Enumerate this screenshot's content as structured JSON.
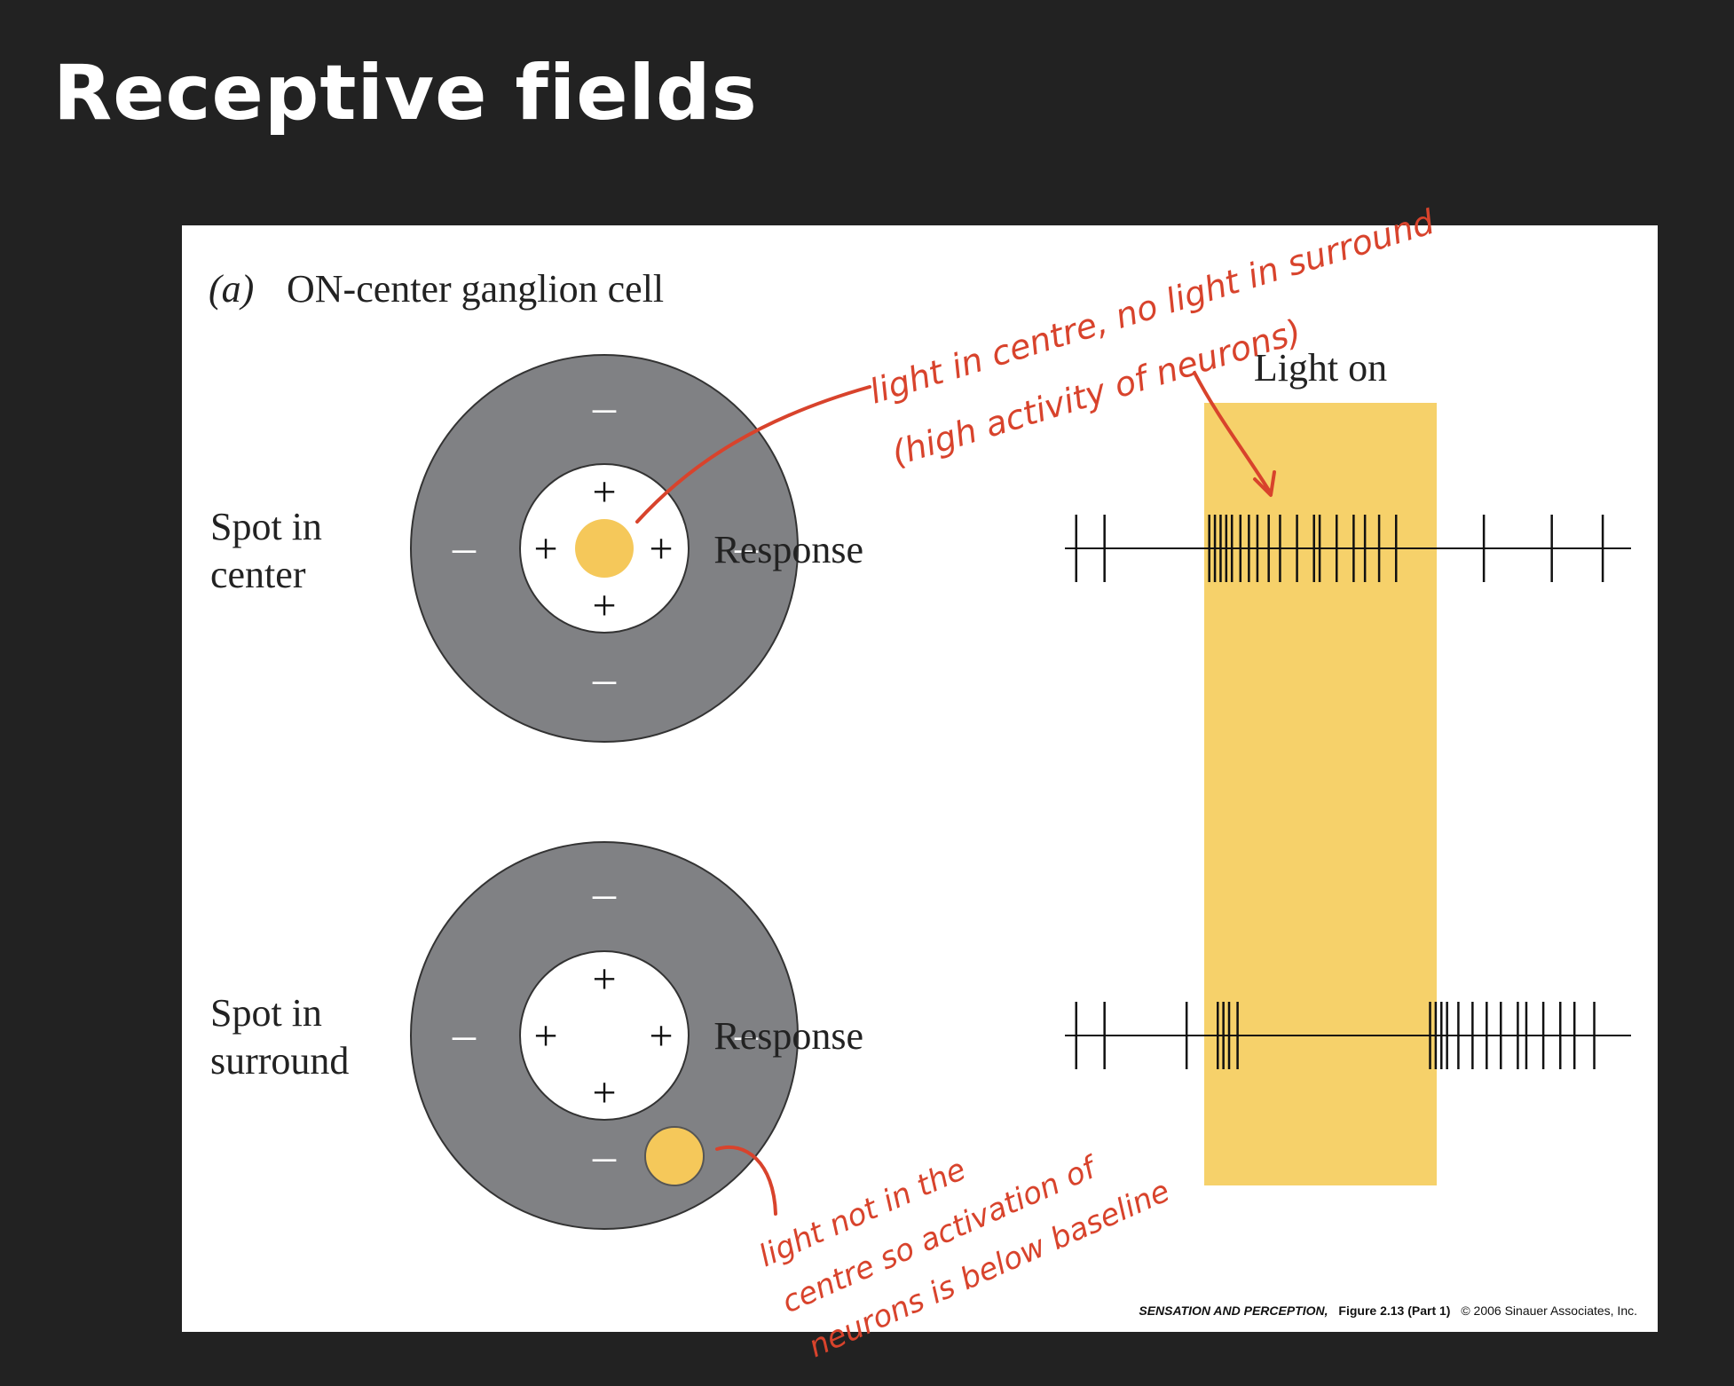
{
  "slide": {
    "title": "Receptive fields"
  },
  "figure": {
    "panel_label": "(a)",
    "panel_title": "ON-center ganglion cell",
    "light_on_label": "Light on",
    "rows": [
      {
        "label_line1": "Spot in",
        "label_line2": "center",
        "response_label": "Response",
        "center_signs": [
          "+",
          "+",
          "+",
          "+"
        ],
        "surround_signs": [
          "–",
          "–",
          "–",
          "–"
        ],
        "spikes": [
          0.02,
          0.07,
          0.255,
          0.265,
          0.275,
          0.285,
          0.295,
          0.31,
          0.325,
          0.34,
          0.36,
          0.38,
          0.41,
          0.44,
          0.45,
          0.48,
          0.51,
          0.53,
          0.555,
          0.585,
          0.74,
          0.86,
          0.95
        ]
      },
      {
        "label_line1": "Spot in",
        "label_line2": "surround",
        "response_label": "Response",
        "center_signs": [
          "+",
          "+",
          "+",
          "+"
        ],
        "surround_signs": [
          "–",
          "–",
          "–",
          "–"
        ],
        "spikes": [
          0.02,
          0.07,
          0.215,
          0.27,
          0.28,
          0.29,
          0.305,
          0.645,
          0.655,
          0.665,
          0.675,
          0.695,
          0.72,
          0.745,
          0.77,
          0.8,
          0.815,
          0.845,
          0.875,
          0.9,
          0.935
        ]
      }
    ],
    "credit": {
      "book": "SENSATION AND PERCEPTION,",
      "figure": "Figure 2.13 (Part 1)",
      "copyright": "© 2006 Sinauer Associates, Inc."
    }
  },
  "annotations": {
    "top_line1": "light in centre, no light in surround",
    "top_line2": "(high activity of neurons)",
    "bottom_line1": "light not in the",
    "bottom_line2": "centre so activation of",
    "bottom_line3": "neurons is below baseline"
  },
  "colors": {
    "background": "#222222",
    "surround_gray": "#808184",
    "light_yellow": "#f6d16a",
    "spot_yellow": "#f5c85a",
    "annotation_red": "#d8432c"
  }
}
